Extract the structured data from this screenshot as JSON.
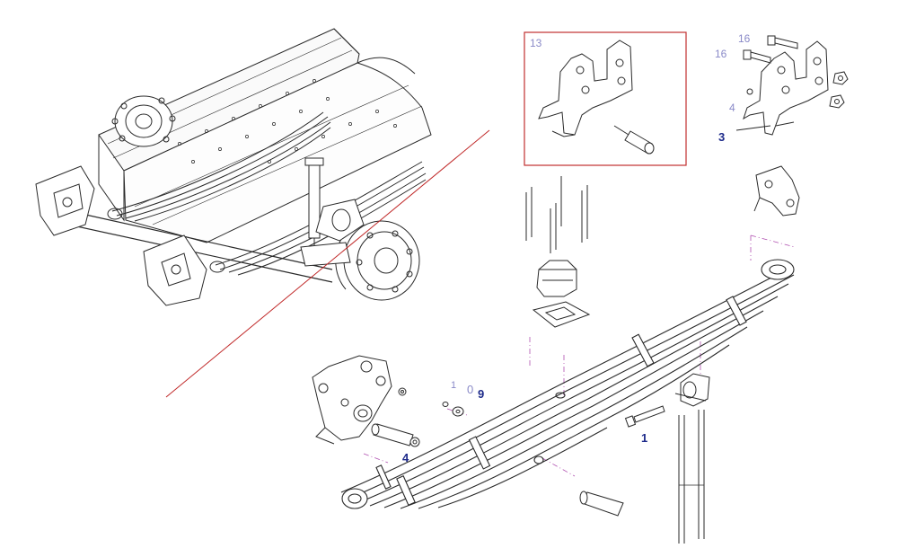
{
  "diagram": {
    "colors": {
      "line": "#2a2a2a",
      "detail_box": "#c03030",
      "divider": "#c02828",
      "guide": "#b050b0",
      "callout_dark": "#1d2a8a",
      "callout_light": "#8a8ac8"
    },
    "callouts": {
      "c13": "13",
      "c16a": "16",
      "c16b": "16",
      "c4a": "4",
      "c3": "3",
      "c1a": "1",
      "c0": "0",
      "c9": "9",
      "c4b": "4",
      "c1b": "1"
    }
  }
}
